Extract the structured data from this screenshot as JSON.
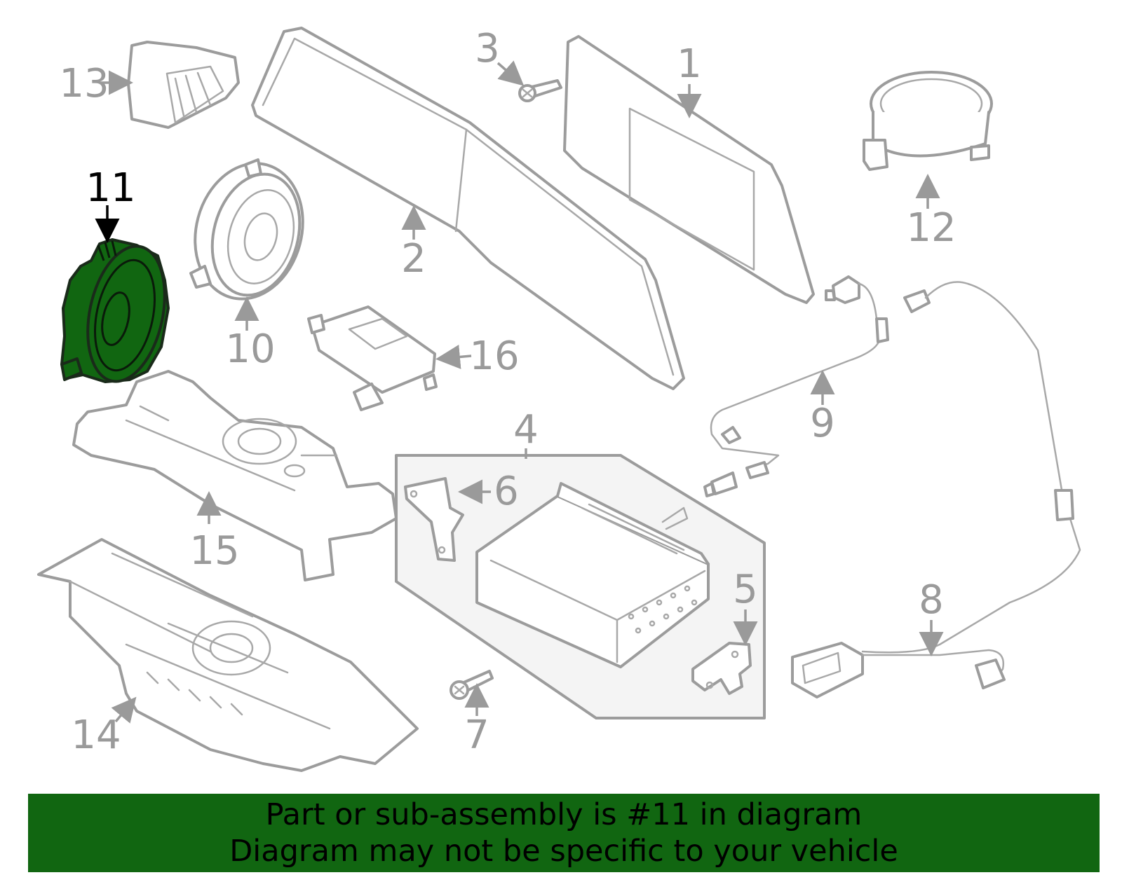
{
  "diagram": {
    "highlighted_part": "11",
    "highlight_color": "#116611",
    "callouts": [
      {
        "id": "1",
        "label": "1"
      },
      {
        "id": "2",
        "label": "2"
      },
      {
        "id": "3",
        "label": "3"
      },
      {
        "id": "4",
        "label": "4"
      },
      {
        "id": "5",
        "label": "5"
      },
      {
        "id": "6",
        "label": "6"
      },
      {
        "id": "7",
        "label": "7"
      },
      {
        "id": "8",
        "label": "8"
      },
      {
        "id": "9",
        "label": "9"
      },
      {
        "id": "10",
        "label": "10"
      },
      {
        "id": "11",
        "label": "11"
      },
      {
        "id": "12",
        "label": "12"
      },
      {
        "id": "13",
        "label": "13"
      },
      {
        "id": "14",
        "label": "14"
      },
      {
        "id": "15",
        "label": "15"
      },
      {
        "id": "16",
        "label": "16"
      }
    ]
  },
  "banner": {
    "line1": "Part or sub-assembly is #11 in diagram",
    "line2": "Diagram may not be specific to your vehicle",
    "background": "#116611"
  }
}
